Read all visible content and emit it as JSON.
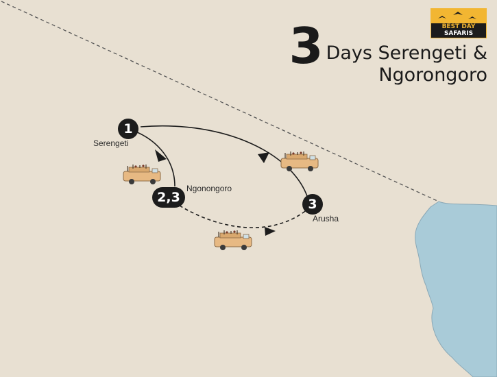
{
  "title": {
    "number": "3",
    "line1": "Days Serengeti &",
    "line2": "Ngorongoro"
  },
  "logo": {
    "line1": "BEST DAY",
    "line2": "SAFARIS"
  },
  "stops": [
    {
      "marker": "1",
      "name": "Serengeti"
    },
    {
      "marker": "2,3",
      "name": "Ngonongoro"
    },
    {
      "marker": "3",
      "name": "Arusha"
    }
  ],
  "colors": {
    "land": "#e8e0d2",
    "water": "#a9cbd8",
    "marker": "#1c1c1c",
    "vehicle": "#e7b983",
    "brand": "#f2b632"
  },
  "icons": [
    "safari-vehicle-icon",
    "route-arrow-icon",
    "bird-icon"
  ]
}
